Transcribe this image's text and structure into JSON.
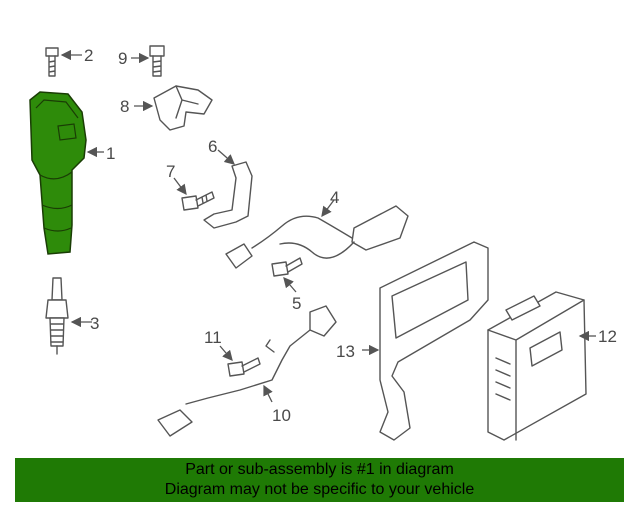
{
  "callouts": {
    "p1": "1",
    "p2": "2",
    "p3": "3",
    "p4": "4",
    "p5": "5",
    "p6": "6",
    "p7": "7",
    "p8": "8",
    "p9": "9",
    "p10": "10",
    "p11": "11",
    "p12": "12",
    "p13": "13"
  },
  "colors": {
    "highlight": "#2e8b0a",
    "banner": "#1f7a05"
  },
  "banner": {
    "line1": "Part or sub-assembly is #1 in diagram",
    "line2": "Diagram may not be specific to your vehicle"
  }
}
